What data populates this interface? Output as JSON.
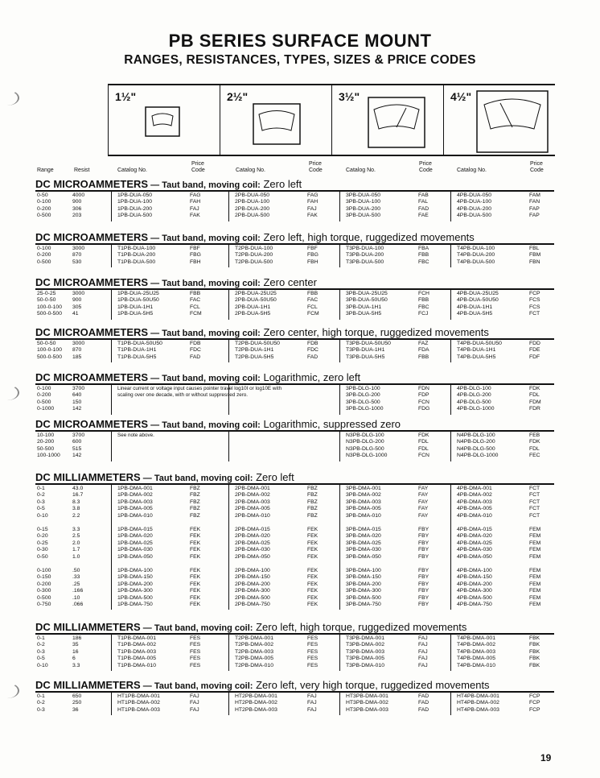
{
  "title": "PB SERIES SURFACE MOUNT",
  "subtitle": "RANGES, RESISTANCES, TYPES, SIZES & PRICE CODES",
  "sizes": [
    "1½\"",
    "2½\"",
    "3½\"",
    "4½\""
  ],
  "headers": {
    "range": "Range",
    "resist": "Resist",
    "catalog": "Catalog No.",
    "price": "Price\nCode"
  },
  "sections": [
    {
      "name": "DC MICROAMMETERS",
      "desc": " — Taut band, moving coil:",
      "detail": " Zero left",
      "groups": [
        {
          "range": [
            "0-50",
            "0-100",
            "0-200",
            "0-500"
          ],
          "resist": [
            "4000",
            "900",
            "306",
            "203"
          ],
          "c1": [
            "1PB-DUA-050",
            "1PB-DUA-100",
            "1PB-DUA-200",
            "1PB-DUA-500"
          ],
          "p1": [
            "FAG",
            "FAH",
            "FAJ",
            "FAK"
          ],
          "c2": [
            "2PB-DUA-050",
            "2PB-DUA-100",
            "2PB-DUA-200",
            "2PB-DUA-500"
          ],
          "p2": [
            "FAG",
            "FAH",
            "FAJ",
            "FAK"
          ],
          "c3": [
            "3PB-DUA-050",
            "3PB-DUA-100",
            "3PB-DUA-200",
            "3PB-DUA-500"
          ],
          "p3": [
            "FAB",
            "FAL",
            "FAD",
            "FAE"
          ],
          "c4": [
            "4PB-DUA-050",
            "4PB-DUA-100",
            "4PB-DUA-200",
            "4PB-DUA-500"
          ],
          "p4": [
            "FAM",
            "FAN",
            "FAP",
            "FAP"
          ]
        }
      ]
    },
    {
      "name": "DC MICROAMMETERS",
      "desc": " — Taut band, moving coil:",
      "detail": " Zero left, high torque, ruggedized movements",
      "groups": [
        {
          "range": [
            "0-100",
            "0-200",
            "0-500"
          ],
          "resist": [
            "3000",
            "870",
            "530"
          ],
          "c1": [
            "T1PB-DUA-100",
            "T1PB-DUA-200",
            "T1PB-DUA-500"
          ],
          "p1": [
            "FBF",
            "FBG",
            "FBH"
          ],
          "c2": [
            "T2PB-DUA-100",
            "T2PB-DUA-200",
            "T2PB-DUA-500"
          ],
          "p2": [
            "FBF",
            "FBG",
            "FBH"
          ],
          "c3": [
            "T3PB-DUA-100",
            "T3PB-DUA-200",
            "T3PB-DUA-500"
          ],
          "p3": [
            "FBA",
            "FBB",
            "FBC"
          ],
          "c4": [
            "T4PB-DUA-100",
            "T4PB-DUA-200",
            "T4PB-DUA-500"
          ],
          "p4": [
            "FBL",
            "FBM",
            "FBN"
          ]
        }
      ]
    },
    {
      "name": "DC MICROAMMETERS",
      "desc": " — Taut band, moving coil:",
      "detail": " Zero center",
      "groups": [
        {
          "range": [
            "25-0-25",
            "50-0-50",
            "100-0-100",
            "500-0-500"
          ],
          "resist": [
            "3000",
            "900",
            "305",
            "41"
          ],
          "c1": [
            "1PB-DUA-25U25",
            "1PB-DUA-50U50",
            "1PB-DUA-1H1",
            "1PB-DUA-5H5"
          ],
          "p1": [
            "FBB",
            "FAC",
            "FCL",
            "FCM"
          ],
          "c2": [
            "2PB-DUA-25U25",
            "2PB-DUA-50U50",
            "2PB-DUA-1H1",
            "2PB-DUA-5H5"
          ],
          "p2": [
            "FBB",
            "FAC",
            "FCL",
            "FCM"
          ],
          "c3": [
            "3PB-DUA-25U25",
            "3PB-DUA-50U50",
            "3PB-DUA-1H1",
            "3PB-DUA-5H5"
          ],
          "p3": [
            "FCH",
            "FBB",
            "FBC",
            "FCJ"
          ],
          "c4": [
            "4PB-DUA-25U25",
            "4PB-DUA-50U50",
            "4PB-DUA-1H1",
            "4PB-DUA-5H5"
          ],
          "p4": [
            "FCP",
            "FCS",
            "FCS",
            "FCT"
          ]
        }
      ]
    },
    {
      "name": "DC MICROAMMETERS",
      "desc": " — Taut band, moving coil:",
      "detail": " Zero center, high torque, ruggedized movements",
      "groups": [
        {
          "range": [
            "50-0-50",
            "100-0-100",
            "500-0-500"
          ],
          "resist": [
            "3000",
            "870",
            "185"
          ],
          "c1": [
            "T1PB-DUA-50U50",
            "T1PB-DUA-1H1",
            "T1PB-DUA-5H5"
          ],
          "p1": [
            "FDB",
            "FDC",
            "FAD"
          ],
          "c2": [
            "T2PB-DUA-50U50",
            "T2PB-DUA-1H1",
            "T2PB-DUA-5H5"
          ],
          "p2": [
            "FDB",
            "FDC",
            "FAD"
          ],
          "c3": [
            "T3PB-DUA-50U50",
            "T3PB-DUA-1H1",
            "T3PB-DUA-5H5"
          ],
          "p3": [
            "FAZ",
            "FDA",
            "FBB"
          ],
          "c4": [
            "T4PB-DUA-50U50",
            "T4PB-DUA-1H1",
            "T4PB-DUA-5H5"
          ],
          "p4": [
            "FDD",
            "FDE",
            "FDF"
          ]
        }
      ]
    },
    {
      "name": "DC MICROAMMETERS",
      "desc": " — Taut band, moving coil:",
      "detail": " Logarithmic, zero left",
      "note": "Linear current or voltage input causes pointer travel log10I or log10E with\nscaling over one decade, with or without suppressed zero.",
      "groups": [
        {
          "range": [
            "0-100",
            "0-200",
            "0-500",
            "0-1000"
          ],
          "resist": [
            "3700",
            "640",
            "150",
            "142"
          ],
          "c3": [
            "3PB-DLG-100",
            "3PB-DLG-200",
            "3PB-DLG-500",
            "3PB-DLG-1000"
          ],
          "p3": [
            "FDN",
            "FDP",
            "FCN",
            "FDG"
          ],
          "c4": [
            "4PB-DLG-100",
            "4PB-DLG-200",
            "4PB-DLG-500",
            "4PB-DLG-1000"
          ],
          "p4": [
            "FDK",
            "FDL",
            "FDM",
            "FDR"
          ]
        }
      ]
    },
    {
      "name": "DC MICROAMMETERS",
      "desc": " — Taut band, moving coil:",
      "detail": " Logarithmic, suppressed zero",
      "note": "See note above.",
      "groups": [
        {
          "range": [
            "10-100",
            "20-200",
            "50-500",
            "100-1000"
          ],
          "resist": [
            "3700",
            "600",
            "515",
            "142"
          ],
          "c3": [
            "N3PB-DLG-100",
            "N3PB-DLG-200",
            "N3PB-DLG-500",
            "N3PB-DLG-1000"
          ],
          "p3": [
            "FDK",
            "FDL",
            "FDL",
            "FCN"
          ],
          "c4": [
            "N4PB-DLG-100",
            "N4PB-DLG-200",
            "N4PB-DLG-500",
            "N4PB-DLG-1000"
          ],
          "p4": [
            "FEB",
            "FDK",
            "FDL",
            "FEC"
          ]
        }
      ]
    },
    {
      "name": "DC MILLIAMMETERS",
      "desc": " — Taut band, moving coil:",
      "detail": " Zero left",
      "groups": [
        {
          "range": [
            "0-1",
            "0-2",
            "0-3",
            "0-5",
            "0-10"
          ],
          "resist": [
            "43.0",
            "16.7",
            "8.3",
            "3.8",
            "2.2"
          ],
          "c1": [
            "1PB-DMA-001",
            "1PB-DMA-002",
            "1PB-DMA-003",
            "1PB-DMA-005",
            "1PB-DMA-010"
          ],
          "p1": [
            "FBZ",
            "FBZ",
            "FBZ",
            "FBZ",
            "FBZ"
          ],
          "c2": [
            "2PB-DMA-001",
            "2PB-DMA-002",
            "2PB-DMA-003",
            "2PB-DMA-005",
            "2PB-DMA-010"
          ],
          "p2": [
            "FBZ",
            "FBZ",
            "FBZ",
            "FBZ",
            "FBZ"
          ],
          "c3": [
            "3PB-DMA-001",
            "3PB-DMA-002",
            "3PB-DMA-003",
            "3PB-DMA-005",
            "3PB-DMA-010"
          ],
          "p3": [
            "FAY",
            "FAY",
            "FAY",
            "FAY",
            "FAY"
          ],
          "c4": [
            "4PB-DMA-001",
            "4PB-DMA-002",
            "4PB-DMA-003",
            "4PB-DMA-005",
            "4PB-DMA-010"
          ],
          "p4": [
            "FCT",
            "FCT",
            "FCT",
            "FCT",
            "FCT"
          ]
        },
        {
          "range": [
            "0-15",
            "0-20",
            "0-25",
            "0-30",
            "0-50"
          ],
          "resist": [
            "3.3",
            "2.5",
            "2.0",
            "1.7",
            "1.0"
          ],
          "c1": [
            "1PB-DMA-015",
            "1PB-DMA-020",
            "1PB-DMA-025",
            "1PB-DMA-030",
            "1PB-DMA-050"
          ],
          "p1": [
            "FEK",
            "FEK",
            "FEK",
            "FEK",
            "FEK"
          ],
          "c2": [
            "2PB-DMA-015",
            "2PB-DMA-020",
            "2PB-DMA-025",
            "2PB-DMA-030",
            "2PB-DMA-050"
          ],
          "p2": [
            "FEK",
            "FEK",
            "FEK",
            "FEK",
            "FEK"
          ],
          "c3": [
            "3PB-DMA-015",
            "3PB-DMA-020",
            "3PB-DMA-025",
            "3PB-DMA-030",
            "3PB-DMA-050"
          ],
          "p3": [
            "FBY",
            "FBY",
            "FBY",
            "FBY",
            "FBY"
          ],
          "c4": [
            "4PB-DMA-015",
            "4PB-DMA-020",
            "4PB-DMA-025",
            "4PB-DMA-030",
            "4PB-DMA-050"
          ],
          "p4": [
            "FEM",
            "FEM",
            "FEM",
            "FEM",
            "FEM"
          ]
        },
        {
          "range": [
            "0-100",
            "0-150",
            "0-200",
            "0-300",
            "0-500",
            "0-750"
          ],
          "resist": [
            ".50",
            ".33",
            ".25",
            ".166",
            ".10",
            ".066"
          ],
          "c1": [
            "1PB-DMA-100",
            "1PB-DMA-150",
            "1PB-DMA-200",
            "1PB-DMA-300",
            "1PB-DMA-500",
            "1PB-DMA-750"
          ],
          "p1": [
            "FEK",
            "FEK",
            "FEK",
            "FEK",
            "FEK",
            "FEK"
          ],
          "c2": [
            "2PB-DMA-100",
            "2PB-DMA-150",
            "2PB-DMA-200",
            "2PB-DMA-300",
            "2PB-DMA-500",
            "2PB-DMA-750"
          ],
          "p2": [
            "FEK",
            "FEK",
            "FEK",
            "FEK",
            "FEK",
            "FEK"
          ],
          "c3": [
            "3PB-DMA-100",
            "3PB-DMA-150",
            "3PB-DMA-200",
            "3PB-DMA-300",
            "3PB-DMA-500",
            "3PB-DMA-750"
          ],
          "p3": [
            "FBY",
            "FBY",
            "FBY",
            "FBY",
            "FBY",
            "FBY"
          ],
          "c4": [
            "4PB-DMA-100",
            "4PB-DMA-150",
            "4PB-DMA-200",
            "4PB-DMA-300",
            "4PB-DMA-500",
            "4PB-DMA-750"
          ],
          "p4": [
            "FEM",
            "FEM",
            "FEM",
            "FEM",
            "FEM",
            "FEM"
          ]
        }
      ]
    },
    {
      "name": "DC MILLIAMMETERS",
      "desc": " — Taut band, moving coil:",
      "detail": " Zero left, high torque, ruggedized movements",
      "groups": [
        {
          "range": [
            "0-1",
            "0-2",
            "0-3",
            "0-5",
            "0-10"
          ],
          "resist": [
            "186",
            "35",
            "16",
            "6",
            "3.3"
          ],
          "c1": [
            "T1PB-DMA-001",
            "T1PB-DMA-002",
            "T1PB-DMA-003",
            "T1PB-DMA-005",
            "T1PB-DMA-010"
          ],
          "p1": [
            "FES",
            "FES",
            "FES",
            "FES",
            "FES"
          ],
          "c2": [
            "T2PB-DMA-001",
            "T2PB-DMA-002",
            "T2PB-DMA-003",
            "T2PB-DMA-005",
            "T2PB-DMA-010"
          ],
          "p2": [
            "FES",
            "FES",
            "FES",
            "FES",
            "FES"
          ],
          "c3": [
            "T3PB-DMA-001",
            "T3PB-DMA-002",
            "T3PB-DMA-003",
            "T3PB-DMA-005",
            "T3PB-DMA-010"
          ],
          "p3": [
            "FAJ",
            "FAJ",
            "FAJ",
            "FAJ",
            "FAJ"
          ],
          "c4": [
            "T4PB-DMA-001",
            "T4PB-DMA-002",
            "T4PB-DMA-003",
            "T4PB-DMA-005",
            "T4PB-DMA-010"
          ],
          "p4": [
            "FBK",
            "FBK",
            "FBK",
            "FBK",
            "FBK"
          ]
        }
      ]
    },
    {
      "name": "DC MILLIAMMETERS",
      "desc": " — Taut band, moving coil:",
      "detail": " Zero left, very high torque, ruggedized movements",
      "groups": [
        {
          "range": [
            "0-1",
            "0-2",
            "0-3"
          ],
          "resist": [
            "650",
            "250",
            "36"
          ],
          "c1": [
            "HT1PB-DMA-001",
            "HT1PB-DMA-002",
            "HT1PB-DMA-003"
          ],
          "p1": [
            "FAJ",
            "FAJ",
            "FAJ"
          ],
          "c2": [
            "HT2PB-DMA-001",
            "HT2PB-DMA-002",
            "HT2PB-DMA-003"
          ],
          "p2": [
            "FAJ",
            "FAJ",
            "FAJ"
          ],
          "c3": [
            "HT3PB-DMA-001",
            "HT3PB-DMA-002",
            "HT3PB-DMA-003"
          ],
          "p3": [
            "FAD",
            "FAD",
            "FAD"
          ],
          "c4": [
            "HT4PB-DMA-001",
            "HT4PB-DMA-002",
            "HT4PB-DMA-003"
          ],
          "p4": [
            "FCP",
            "FCP",
            "FCP"
          ]
        }
      ]
    }
  ],
  "page_number": "19"
}
